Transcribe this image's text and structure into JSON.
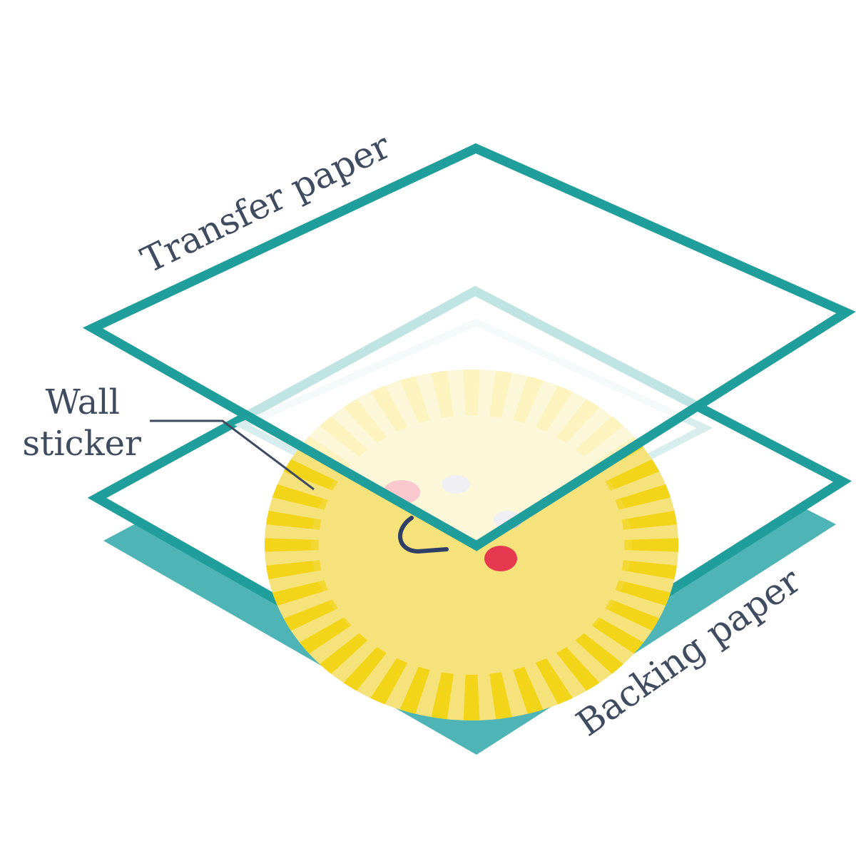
{
  "labels": {
    "transfer_paper": "Transfer paper",
    "wall_sticker_line1": "Wall",
    "wall_sticker_line2": "sticker",
    "backing_paper": "Backing paper"
  },
  "layers": [
    "transfer-paper",
    "wall-sticker",
    "backing-paper"
  ],
  "colors": {
    "teal_outline": "#1f9e9b",
    "teal_fill": "#4fb4b6",
    "sticker_edge": "#d8eeee",
    "sun_light": "#f6e27a",
    "sun_ray": "#f2d419",
    "text": "#3f4b5e",
    "mouth": "#2f3f66",
    "cheek": "#e6394f",
    "eye": "#c7c5d6"
  },
  "icons": {
    "sun": "sun-face-icon"
  }
}
